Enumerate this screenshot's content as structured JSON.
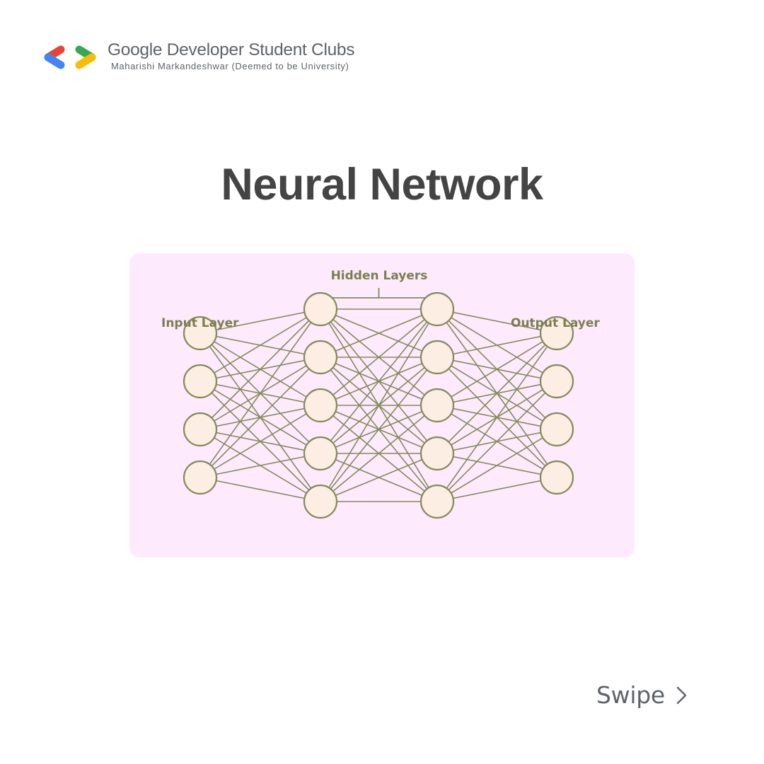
{
  "header": {
    "title": "Google Developer Student Clubs",
    "subtitle": "Maharishi Markandeshwar (Deemed to be University)",
    "logo_colors": {
      "red": "#ea4335",
      "blue": "#4285f4",
      "green": "#34a853",
      "yellow": "#fbbc04"
    }
  },
  "page": {
    "title": "Neural Network"
  },
  "diagram": {
    "labels": {
      "input": "Input Layer",
      "hidden": "Hidden Layers",
      "output": "Output Layer"
    },
    "layers": [
      {
        "role": "input",
        "nodes": 4
      },
      {
        "role": "hidden",
        "nodes": 5
      },
      {
        "role": "hidden",
        "nodes": 5
      },
      {
        "role": "output",
        "nodes": 4
      }
    ],
    "connections": "fully-connected",
    "colors": {
      "background": "#fdebfd",
      "node_fill": "#fdeee4",
      "stroke": "#858a5b",
      "label": "#7b7f4e"
    }
  },
  "footer": {
    "swipe_label": "Swipe",
    "swipe_icon": "chevron-right-icon"
  }
}
